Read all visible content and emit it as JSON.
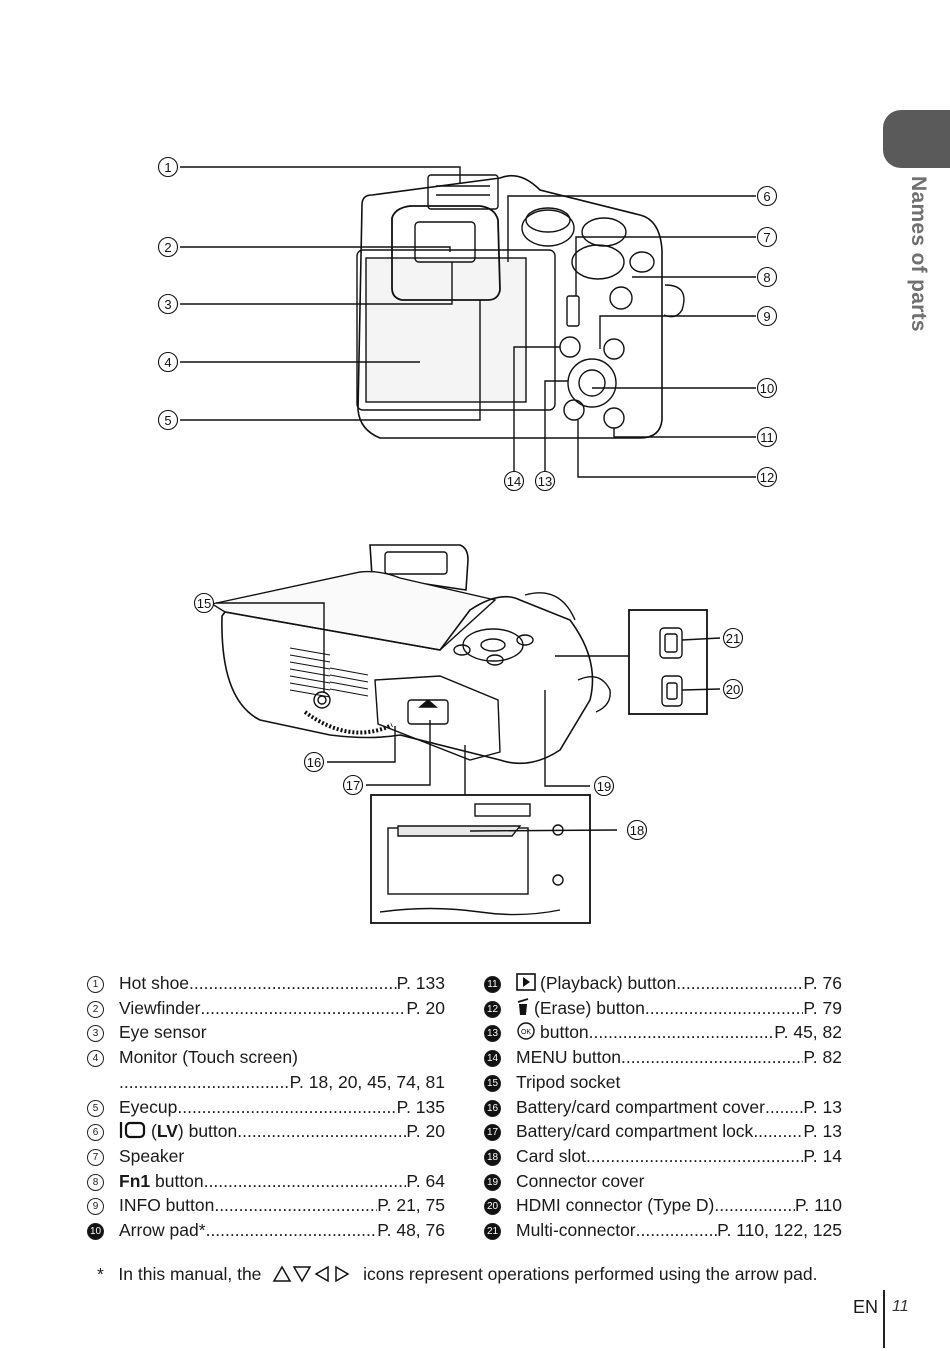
{
  "section_tab": {
    "label": "Names of parts"
  },
  "callouts": {
    "n1": "1",
    "n2": "2",
    "n3": "3",
    "n4": "4",
    "n5": "5",
    "n6": "6",
    "n7": "7",
    "n8": "8",
    "n9": "9",
    "n10": "10",
    "n11": "11",
    "n12": "12",
    "n13": "13",
    "n14": "14",
    "n15": "15",
    "n16": "16",
    "n17": "17",
    "n18": "18",
    "n19": "19",
    "n20": "20",
    "n21": "21"
  },
  "parts_left": [
    {
      "num": "1",
      "name": "Hot shoe",
      "page": "P. 133"
    },
    {
      "num": "2",
      "name": "Viewfinder",
      "page": "P. 20"
    },
    {
      "num": "3",
      "name": "Eye sensor",
      "page": ""
    },
    {
      "num": "4",
      "name": "Monitor (Touch screen)",
      "page": ""
    },
    {
      "num": "",
      "name": "",
      "page": "P. 18, 20, 45, 74, 81"
    },
    {
      "num": "5",
      "name": "Eyecup",
      "page": "P. 135"
    },
    {
      "num": "6",
      "name": "(LV) button",
      "page": "P. 20"
    },
    {
      "num": "7",
      "name": "Speaker",
      "page": ""
    },
    {
      "num": "8",
      "name_bold": "Fn1",
      "name": " button",
      "page": "P. 64"
    },
    {
      "num": "9",
      "name": "INFO button",
      "page": "P. 21, 75"
    },
    {
      "num": "10",
      "name": "Arrow pad*",
      "page": "P. 48, 76"
    }
  ],
  "parts_right": [
    {
      "num": "11",
      "name": "(Playback) button",
      "page": "P. 76"
    },
    {
      "num": "12",
      "name": "(Erase) button",
      "page": "P. 79"
    },
    {
      "num": "13",
      "name": "button",
      "page": "P. 45, 82"
    },
    {
      "num": "14",
      "name": "MENU button",
      "page": "P. 82"
    },
    {
      "num": "15",
      "name": "Tripod socket",
      "page": ""
    },
    {
      "num": "16",
      "name": "Battery/card compartment cover",
      "page": "P. 13"
    },
    {
      "num": "17",
      "name": "Battery/card compartment lock",
      "page": "P. 13"
    },
    {
      "num": "18",
      "name": "Card slot",
      "page": "P. 14"
    },
    {
      "num": "19",
      "name": "Connector cover",
      "page": ""
    },
    {
      "num": "20",
      "name": "HDMI connector (Type D)",
      "page": "P. 110"
    },
    {
      "num": "21",
      "name": "Multi-connector",
      "page": "P. 110, 122, 125"
    }
  ],
  "footnote": {
    "marker": "*",
    "before": "In this manual, the",
    "after": "icons represent operations performed using the arrow pad."
  },
  "folio": {
    "lang": "EN",
    "page": "11"
  }
}
